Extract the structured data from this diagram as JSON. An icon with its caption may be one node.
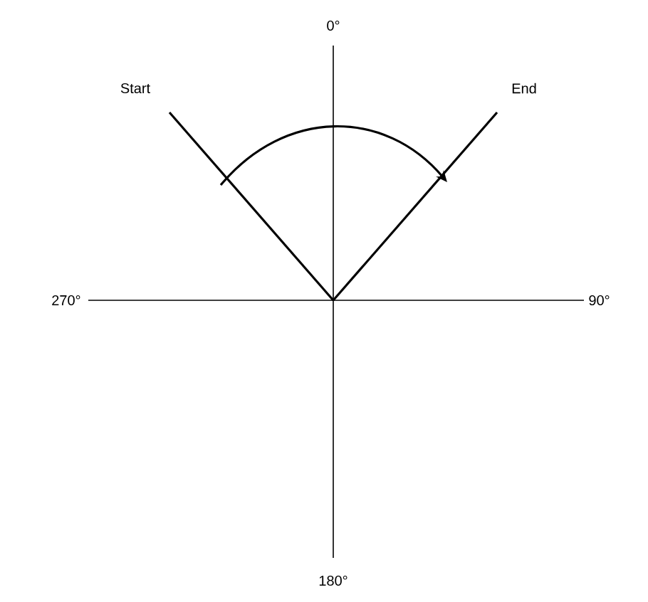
{
  "diagram": {
    "labels": [
      "0°",
      "Start",
      "End",
      "270°",
      "90°",
      "180°"
    ]
  }
}
